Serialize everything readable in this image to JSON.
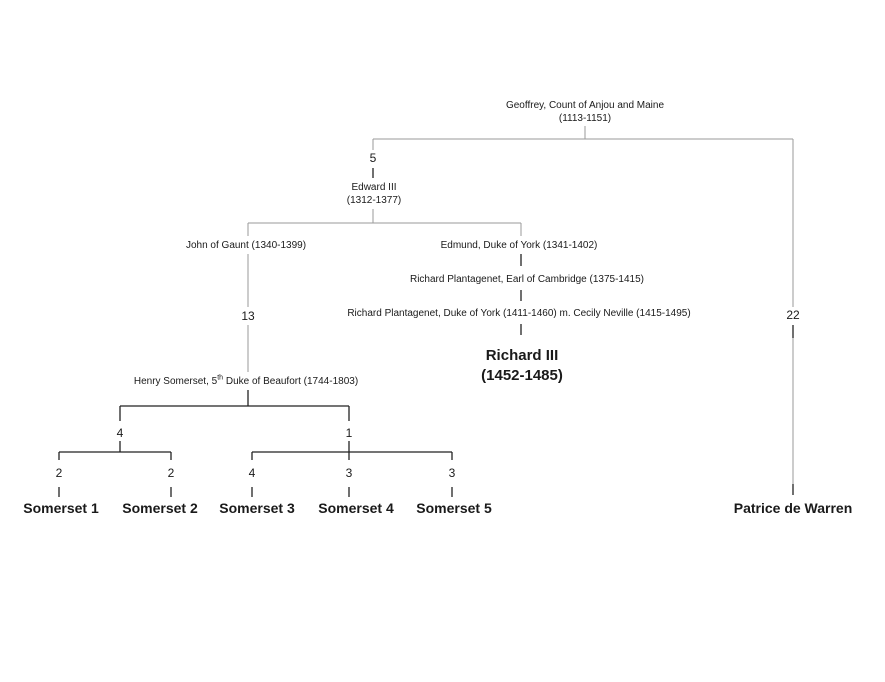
{
  "nodes": {
    "geoffrey": {
      "name": "Geoffrey, Count of Anjou and Maine",
      "dates": "(1113-1151)"
    },
    "gen_to_edward": "5",
    "edward": {
      "name": "Edward III",
      "dates": "(1312-1377)"
    },
    "john": "John of Gaunt (1340-1399)",
    "edmund": "Edmund, Duke of York (1341-1402)",
    "richard_cambridge": "Richard Plantagenet, Earl of Cambridge (1375-1415)",
    "richard_york": "Richard Plantagenet, Duke of York (1411-1460)  m. Cecily Neville (1415-1495)",
    "richard3": {
      "name": "Richard III",
      "dates": "(1452-1485)"
    },
    "gen_to_henry": "13",
    "gen_to_patrice": "22",
    "henry": {
      "pre": "Henry Somerset, 5",
      "sup": "th",
      "post": " Duke of Beaufort (1744-1803)"
    },
    "gen_left": "4",
    "gen_right": "1",
    "leaf_gens": [
      "2",
      "2",
      "4",
      "3",
      "3"
    ],
    "leaves": [
      "Somerset 1",
      "Somerset 2",
      "Somerset 3",
      "Somerset 4",
      "Somerset 5"
    ],
    "patrice": "Patrice de Warren"
  },
  "colors": {
    "line_light": "#9a9a9a",
    "line_dark": "#222222",
    "text": "#1a1a1a"
  }
}
